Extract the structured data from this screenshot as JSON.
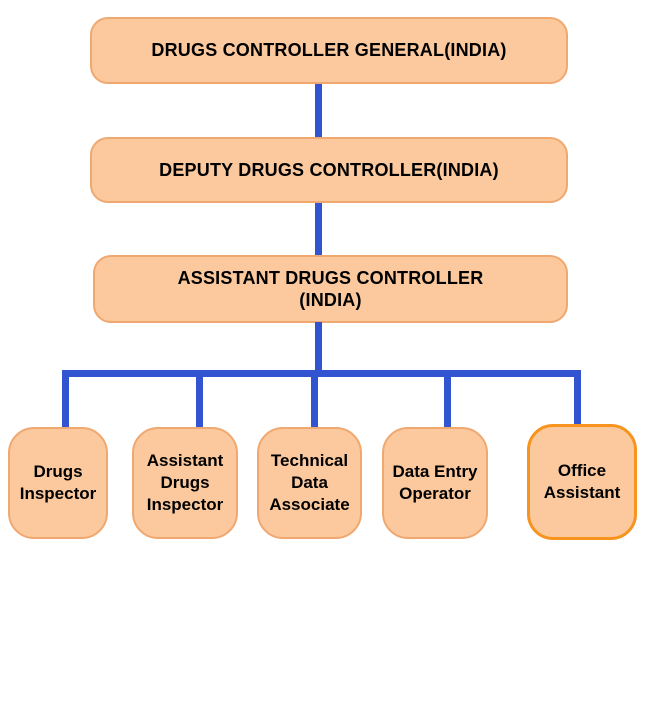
{
  "colors": {
    "background": "#ffffff",
    "node_fill": "#fbc99d",
    "node_border": "#f0a871",
    "office_node_border": "#f7941d",
    "connector": "#3354d1",
    "text": "#000000"
  },
  "org_chart": {
    "type": "org-hierarchy",
    "levels": [
      {
        "label": "DRUGS CONTROLLER GENERAL(INDIA)"
      },
      {
        "label": "DEPUTY DRUGS CONTROLLER(INDIA)"
      },
      {
        "label": "ASSISTANT DRUGS CONTROLLER (INDIA)"
      }
    ],
    "children": [
      {
        "label": "Drugs Inspector"
      },
      {
        "label": "Assistant Drugs Inspector"
      },
      {
        "label": "Technical Data Associate"
      },
      {
        "label": "Data Entry Operator"
      },
      {
        "label": "Office Assistant"
      }
    ]
  }
}
